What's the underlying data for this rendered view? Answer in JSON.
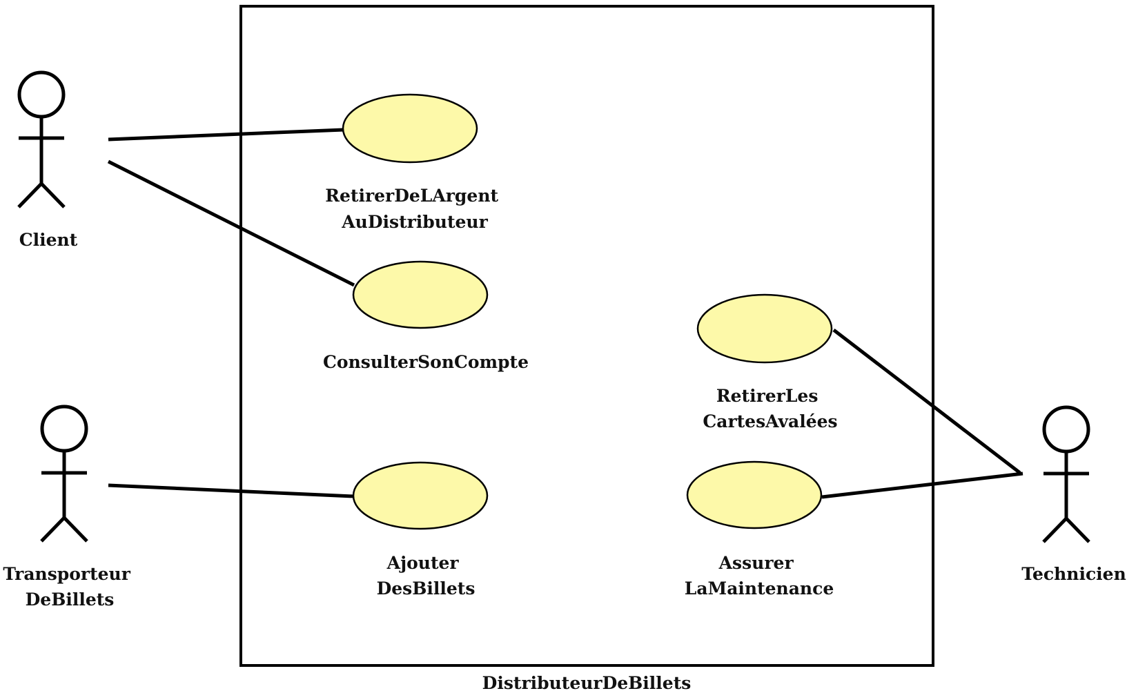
{
  "system": {
    "name": "DistributeurDeBillets"
  },
  "actors": [
    {
      "id": "client",
      "label_lines": [
        "Client"
      ],
      "icon": "stick-figure"
    },
    {
      "id": "transporteur",
      "label_lines": [
        "Transporteur",
        "DeBillets"
      ],
      "icon": "stick-figure"
    },
    {
      "id": "technicien",
      "label_lines": [
        "Technicien"
      ],
      "icon": "stick-figure"
    }
  ],
  "use_cases": [
    {
      "id": "retirer-argent",
      "label_lines": [
        "RetirerDeLArgent",
        "AuDistributeur"
      ]
    },
    {
      "id": "consulter-compte",
      "label_lines": [
        "ConsulterSonCompte"
      ]
    },
    {
      "id": "ajouter-billets",
      "label_lines": [
        "Ajouter",
        "DesBillets"
      ]
    },
    {
      "id": "retirer-cartes",
      "label_lines": [
        "RetirerLes",
        "CartesAvalées"
      ]
    },
    {
      "id": "assurer-maintenance",
      "label_lines": [
        "Assurer",
        "LaMaintenance"
      ]
    }
  ],
  "associations": [
    {
      "from": "client",
      "to": "retirer-argent"
    },
    {
      "from": "client",
      "to": "consulter-compte"
    },
    {
      "from": "transporteur",
      "to": "ajouter-billets"
    },
    {
      "from": "technicien",
      "to": "retirer-cartes"
    },
    {
      "from": "technicien",
      "to": "assurer-maintenance"
    }
  ],
  "colors": {
    "use_case_fill": "#fdf9a9",
    "line": "#000000"
  }
}
